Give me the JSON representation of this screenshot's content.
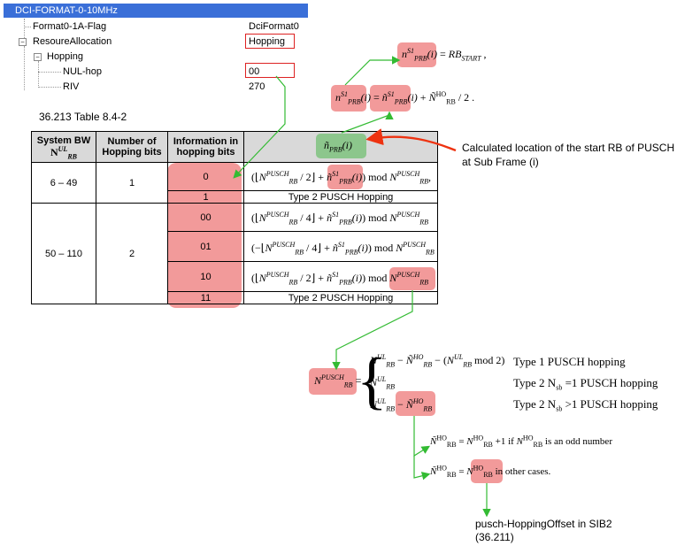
{
  "tree": {
    "root": "DCI-FORMAT-0-10MHz",
    "rows": [
      {
        "label": "Format0-1A-Flag",
        "value": "DciFormat0"
      },
      {
        "label": "ResoureAllocation",
        "value": "Hopping"
      },
      {
        "label": "Hopping",
        "value": ""
      },
      {
        "label": "NUL-hop",
        "value": "00"
      },
      {
        "label": "RIV",
        "value": "270"
      }
    ],
    "expander_symbol": "−"
  },
  "table_ref": "36.213 Table  8.4-2",
  "table": {
    "headers": [
      "System BW",
      "Number of Hopping bits",
      "Information in hopping bits"
    ],
    "h_ul": "UL",
    "h_rb": "RB",
    "groups": [
      {
        "bw": "6 – 49",
        "bits": "1",
        "rows": [
          "0",
          "1"
        ]
      },
      {
        "bw": "50 – 110",
        "bits": "2",
        "rows": [
          "00",
          "01",
          "10",
          "11"
        ]
      }
    ],
    "type2_text": "Type 2 PUSCH Hopping"
  },
  "math": {
    "pusch": "PUSCH",
    "rb": "RB",
    "prb": "PRB",
    "s1": "S1",
    "ul": "UL",
    "ho": "HO",
    "i": "(i)",
    "mod": "mod",
    "div2": "/ 2",
    "div4": "/ 4",
    "start": "START",
    "rb_start": "RB",
    "eq": "=",
    "plus": "+",
    "minus": "−",
    "plus1": "+1",
    "n": "n",
    "N": "N",
    "Ntilde": "Ñ",
    "ntilde": "ñ",
    "comma": ",",
    "period": ".",
    "mod2": "mod 2",
    "if_text": "if",
    "is_odd_text": "is an odd number",
    "other_text": "in other cases.",
    "nsb": "N",
    "sb": "sb",
    "type1": "Type 1 PUSCH hopping",
    "type2a_pre": "Type 2 N",
    "type2a_post": "=1 PUSCH hopping",
    "type2b_pre": "Type 2 N",
    "type2b_post": ">1 PUSCH hopping"
  },
  "annotations": {
    "calc_note_line1": "Calculated location of the start RB of PUSCH",
    "calc_note_line2": "at Sub Frame (i)",
    "sib_line1": "pusch-HoppingOffset  in SIB2",
    "sib_line2": "(36.211)"
  },
  "colors": {
    "highlight": "#f29a9a",
    "highlight_green": "#8cc68c",
    "arrow_green": "#33bb33",
    "arrow_red": "#ee3311",
    "tree_header": "#3a6fd8"
  }
}
